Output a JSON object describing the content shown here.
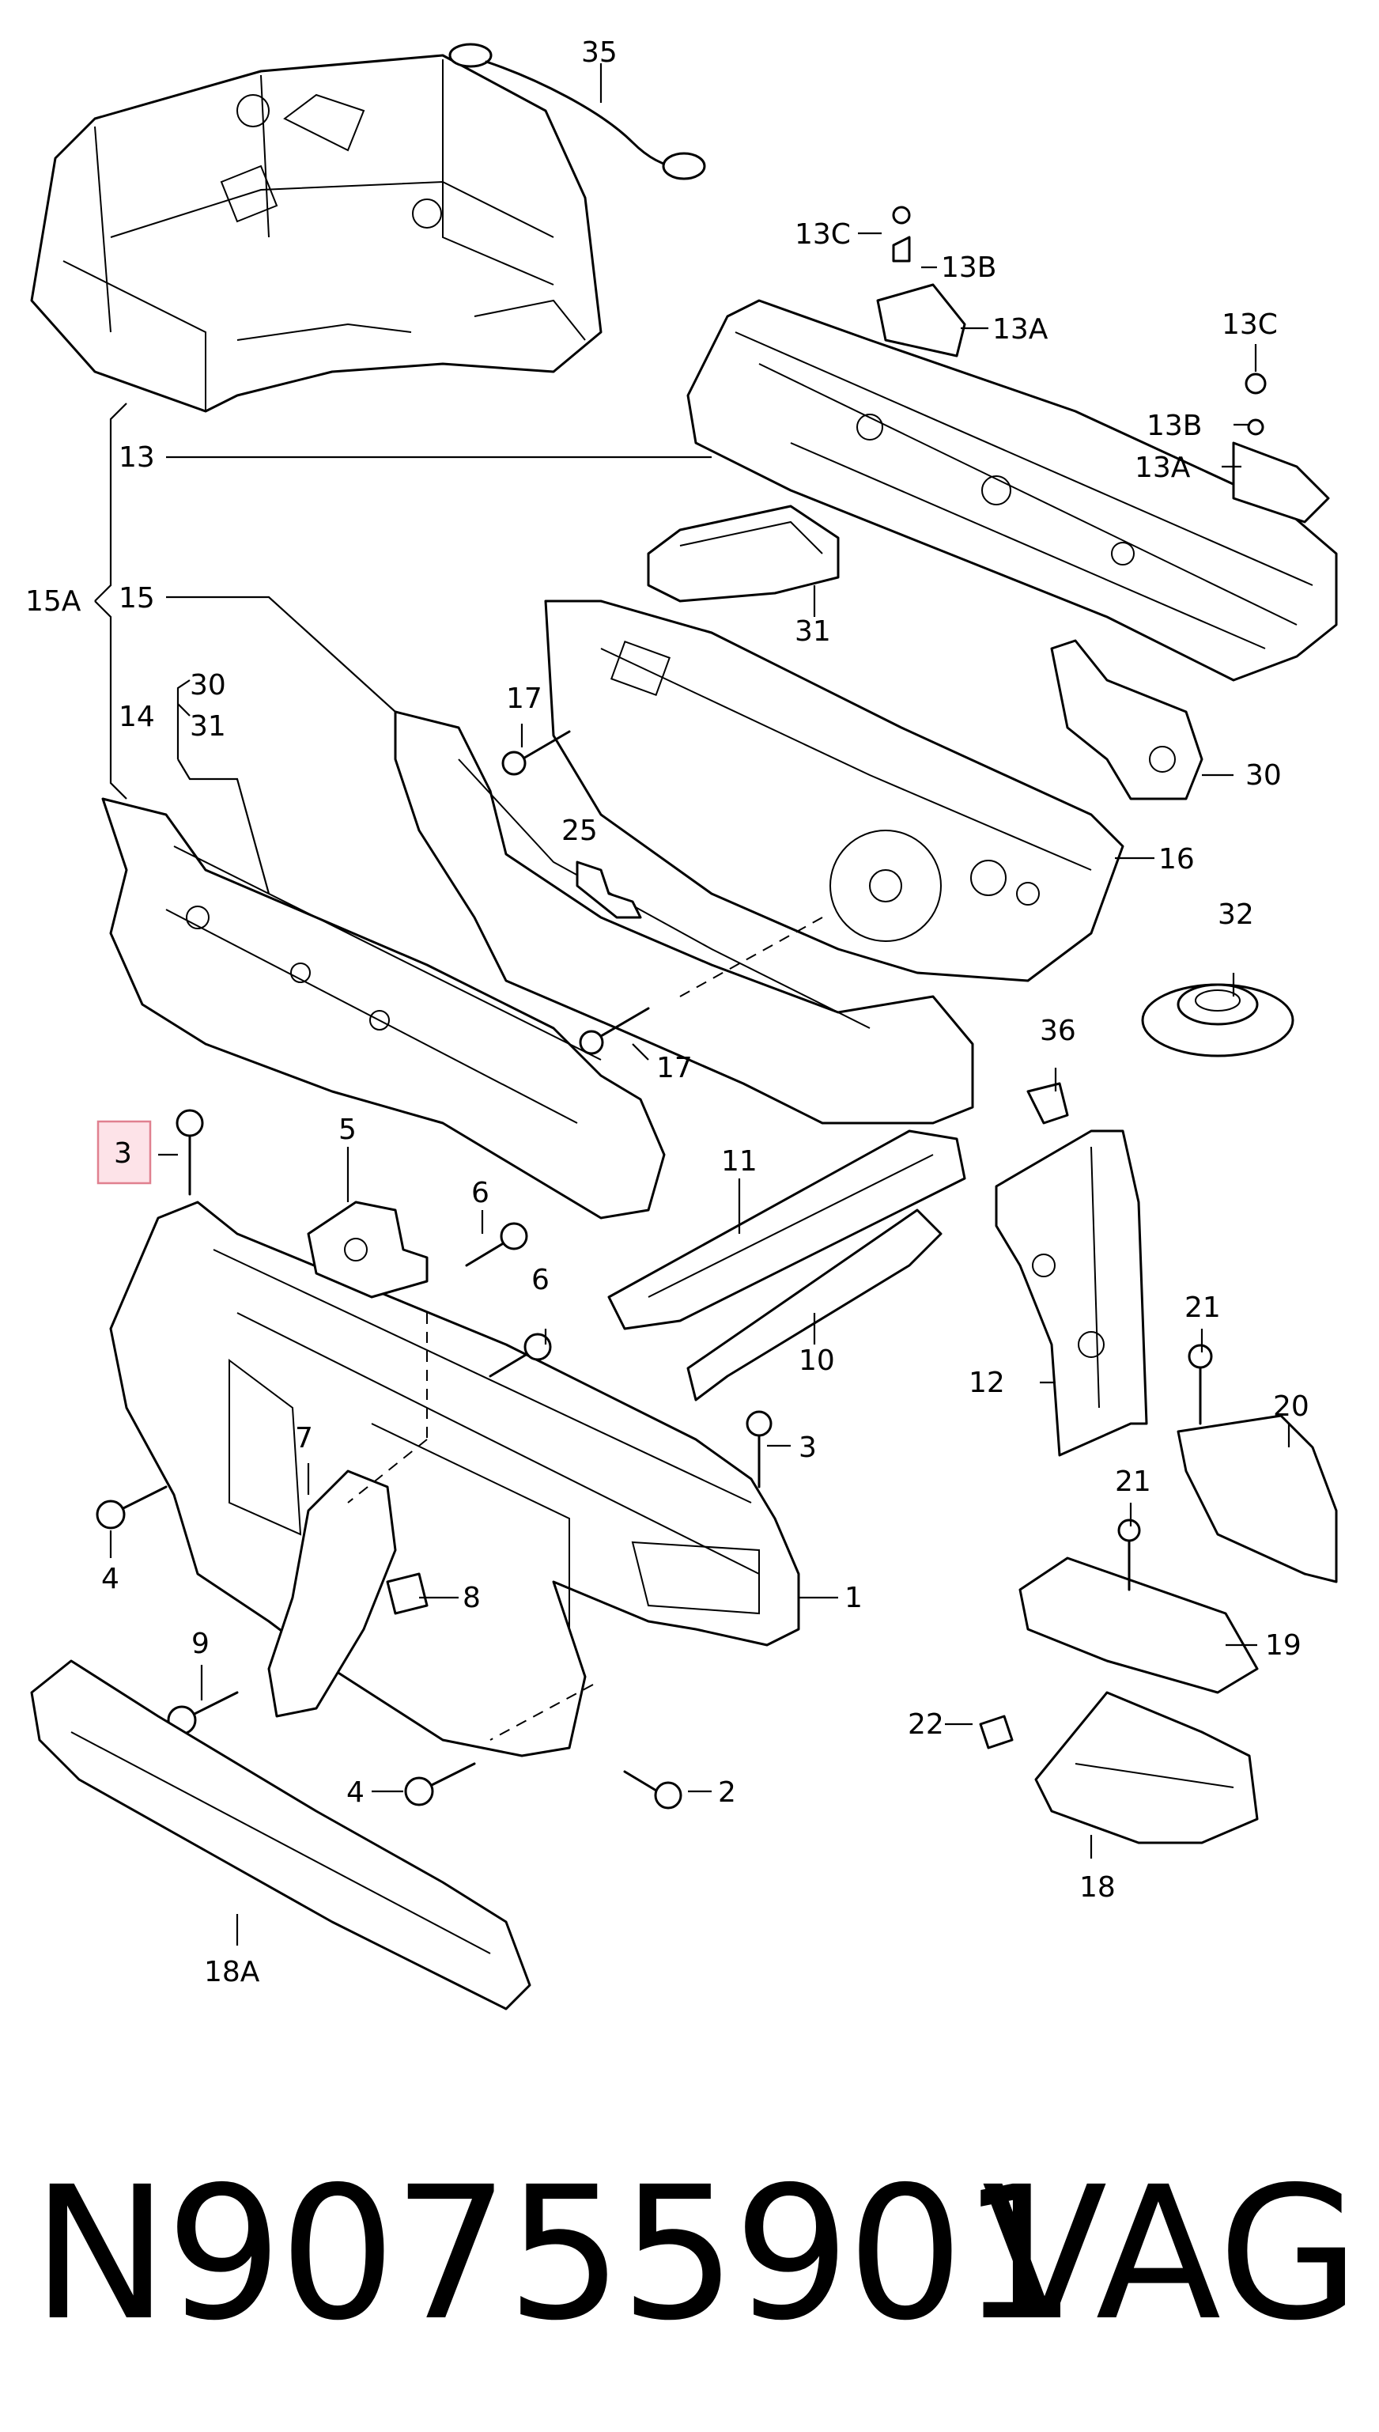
{
  "diagram": {
    "callouts": {
      "c35": "35",
      "c13C_top": "13C",
      "c13B_top": "13B",
      "c13A_top": "13A",
      "c13C_right": "13C",
      "c13B_right": "13B",
      "c13A_right": "13A",
      "c13": "13",
      "c15A": "15A",
      "c15": "15",
      "c14": "14",
      "c30_group": "30",
      "c31_group": "31",
      "c31": "31",
      "c17_top": "17",
      "c16": "16",
      "c25": "25",
      "c30_right": "30",
      "c32": "32",
      "c17_bottom": "17",
      "c36": "36",
      "c3_highlight": "3",
      "c5": "5",
      "c6_top": "6",
      "c6_mid": "6",
      "c11": "11",
      "c10": "10",
      "c12": "12",
      "c21_top": "21",
      "c20": "20",
      "c3_right": "3",
      "c7": "7",
      "c8": "8",
      "c1": "1",
      "c4_left": "4",
      "c21_mid": "21",
      "c19": "19",
      "c9": "9",
      "c22": "22",
      "c4_bottom": "4",
      "c2": "2",
      "c18": "18",
      "c18A": "18A"
    },
    "highlighted_callout": "3"
  },
  "footer": {
    "part_number": "N90755901",
    "brand": "VAG"
  }
}
